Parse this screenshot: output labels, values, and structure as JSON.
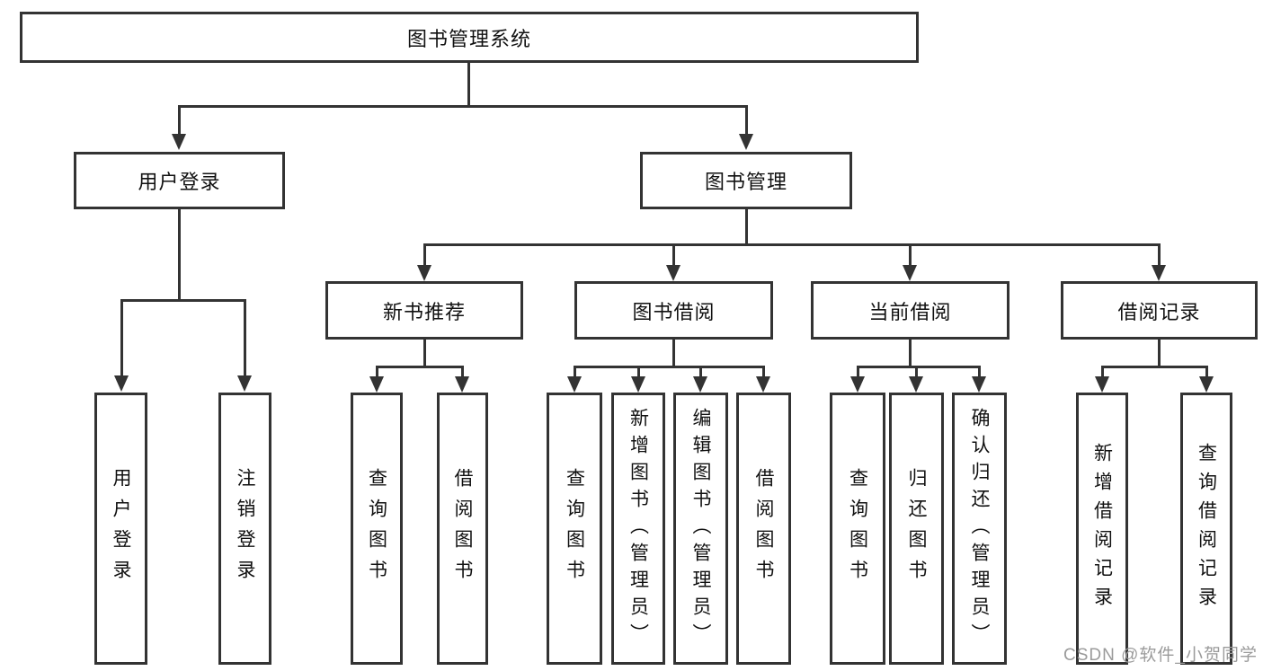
{
  "diagram": {
    "root": "图书管理系统",
    "level2": {
      "user_login": "用户登录",
      "book_mgmt": "图书管理"
    },
    "level3": {
      "new_books": "新书推荐",
      "book_borrow": "图书借阅",
      "current_borrow": "当前借阅",
      "borrow_records": "借阅记录"
    },
    "leaves": {
      "user_login": "用户登录",
      "logout": "注销登录",
      "nb_query_books": "查询图书",
      "nb_borrow_books": "借阅图书",
      "bb_query_books": "查询图书",
      "bb_add_books": "新增图书（管理员）",
      "bb_edit_books": "编辑图书（管理员）",
      "bb_borrow_books": "借阅图书",
      "cb_query_books": "查询图书",
      "cb_return_books": "归还图书",
      "cb_confirm_return": "确认归还（管理员）",
      "br_add_record": "新增借阅记录",
      "br_query_record": "查询借阅记录"
    }
  },
  "watermark": "CSDN @软件_小贺同学",
  "colors": {
    "line": "#333333",
    "box_border": "#333333",
    "text": "#111111",
    "watermark": "#9b9b9b",
    "background": "#ffffff"
  }
}
